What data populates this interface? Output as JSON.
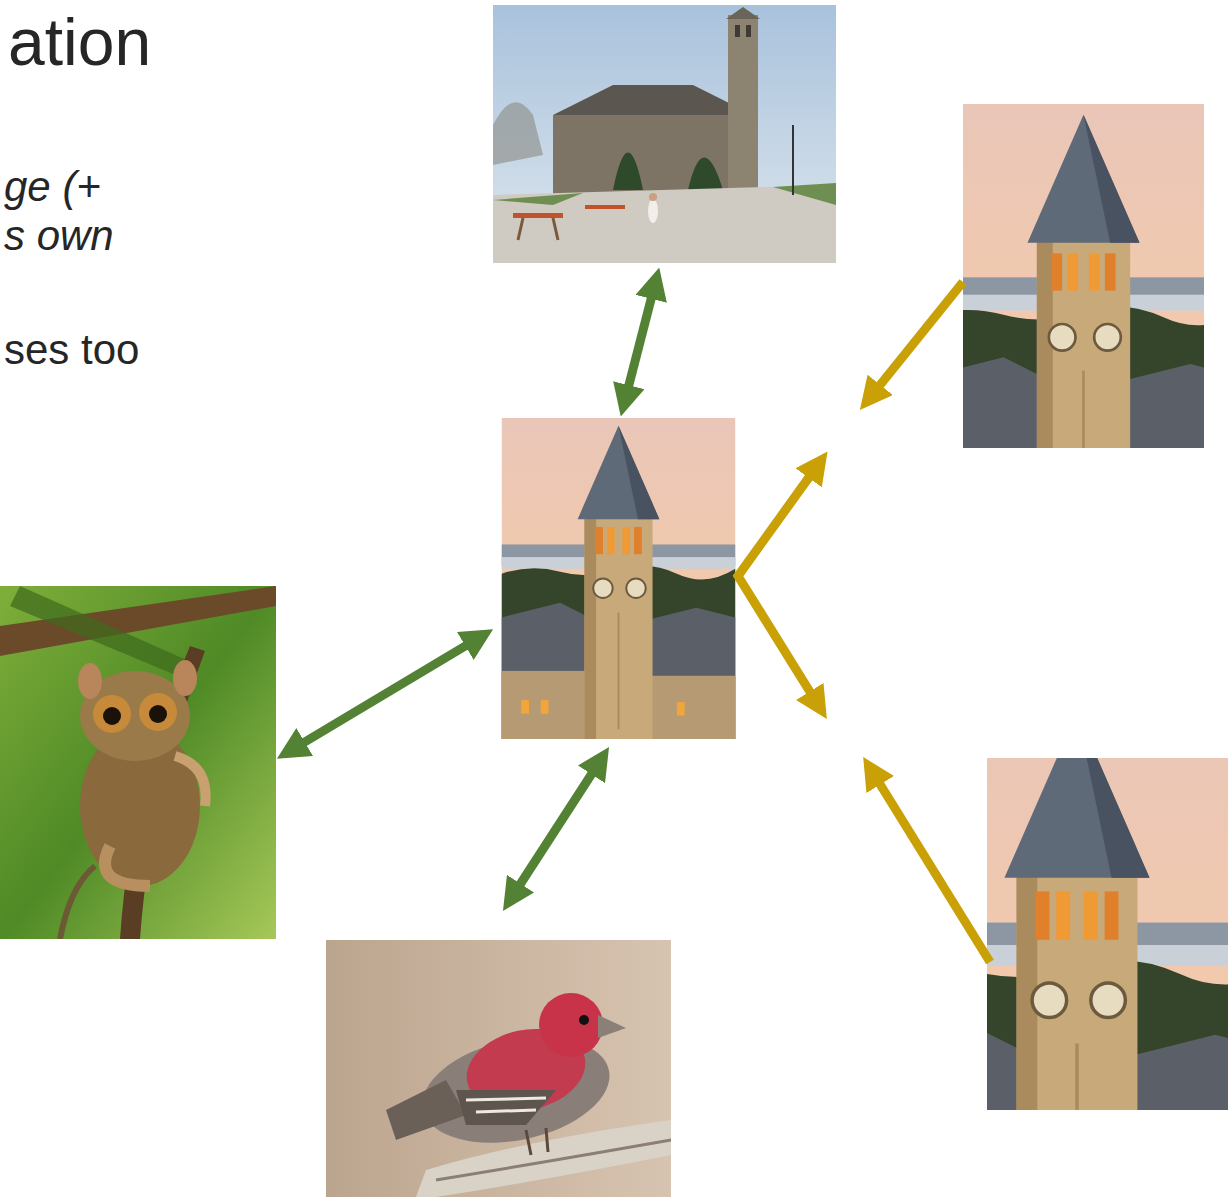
{
  "diagram": {
    "title": "ation",
    "labels": [
      "ge (+",
      "s own",
      "ses too"
    ]
  }
}
